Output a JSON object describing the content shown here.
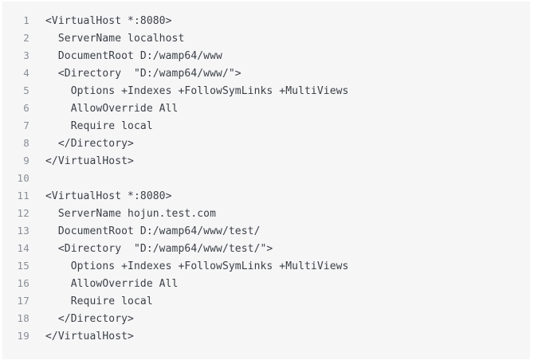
{
  "code_block": {
    "language": "apacheconf",
    "background_color": "#f6f6f7",
    "text_color": "#3b3f45",
    "line_number_color": "#8a8f95",
    "lines": [
      {
        "number": "1",
        "text": "<VirtualHost *:8080>"
      },
      {
        "number": "2",
        "text": "  ServerName localhost"
      },
      {
        "number": "3",
        "text": "  DocumentRoot D:/wamp64/www"
      },
      {
        "number": "4",
        "text": "  <Directory  \"D:/wamp64/www/\">"
      },
      {
        "number": "5",
        "text": "    Options +Indexes +FollowSymLinks +MultiViews"
      },
      {
        "number": "6",
        "text": "    AllowOverride All"
      },
      {
        "number": "7",
        "text": "    Require local"
      },
      {
        "number": "8",
        "text": "  </Directory>"
      },
      {
        "number": "9",
        "text": "</VirtualHost>"
      },
      {
        "number": "10",
        "text": ""
      },
      {
        "number": "11",
        "text": "<VirtualHost *:8080>"
      },
      {
        "number": "12",
        "text": "  ServerName hojun.test.com"
      },
      {
        "number": "13",
        "text": "  DocumentRoot D:/wamp64/www/test/"
      },
      {
        "number": "14",
        "text": "  <Directory  \"D:/wamp64/www/test/\">"
      },
      {
        "number": "15",
        "text": "    Options +Indexes +FollowSymLinks +MultiViews"
      },
      {
        "number": "16",
        "text": "    AllowOverride All"
      },
      {
        "number": "17",
        "text": "    Require local"
      },
      {
        "number": "18",
        "text": "  </Directory>"
      },
      {
        "number": "19",
        "text": "</VirtualHost>"
      }
    ]
  }
}
